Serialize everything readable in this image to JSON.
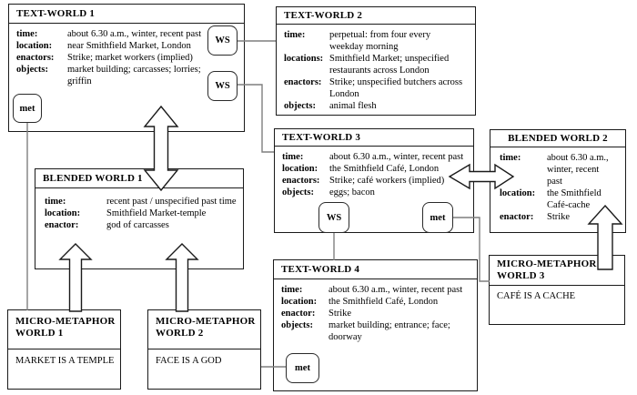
{
  "diagram": {
    "tw1": {
      "title": "TEXT-WORLD 1",
      "fields": [
        {
          "label": "time:",
          "value": "about 6.30 a.m., winter, recent past"
        },
        {
          "label": "location:",
          "value": "near Smithfield Market, London"
        },
        {
          "label": "enactors:",
          "value": "Strike; market workers (implied)"
        },
        {
          "label": "objects:",
          "value": "market building; carcasses; lorries;\ngriffin"
        }
      ]
    },
    "tw2": {
      "title": "TEXT-WORLD 2",
      "fields": [
        {
          "label": "time:",
          "value": "perpetual: from four every\nweekday morning"
        },
        {
          "label": "locations:",
          "value": "Smithfield Market; unspecified\nrestaurants across London"
        },
        {
          "label": "enactors:",
          "value": "Strike; unspecified butchers across\nLondon"
        },
        {
          "label": "objects:",
          "value": "animal flesh"
        }
      ]
    },
    "tw3": {
      "title": "TEXT-WORLD 3",
      "fields": [
        {
          "label": "time:",
          "value": "about 6.30 a.m., winter, recent past"
        },
        {
          "label": "location:",
          "value": "the Smithfield Café, London"
        },
        {
          "label": "enactors:",
          "value": "Strike; café workers (implied)"
        },
        {
          "label": "objects:",
          "value": "eggs; bacon"
        }
      ]
    },
    "tw4": {
      "title": "TEXT-WORLD 4",
      "fields": [
        {
          "label": "time:",
          "value": "about 6.30 a.m., winter, recent past"
        },
        {
          "label": "location:",
          "value": "the Smithfield Café, London"
        },
        {
          "label": "enactor:",
          "value": "Strike"
        },
        {
          "label": "objects:",
          "value": "market building; entrance; face;\ndoorway"
        }
      ]
    },
    "bw1": {
      "title": "BLENDED WORLD 1",
      "fields": [
        {
          "label": "time:",
          "value": "recent past / unspecified past time"
        },
        {
          "label": "location:",
          "value": "Smithfield Market-temple"
        },
        {
          "label": "enactor:",
          "value": "god of carcasses"
        }
      ]
    },
    "bw2": {
      "title": "BLENDED WORLD 2",
      "fields": [
        {
          "label": "time:",
          "value": "about 6.30 a.m.,\nwinter, recent\npast"
        },
        {
          "label": "location:",
          "value": "the Smithfield\nCafé-cache"
        },
        {
          "label": "enactor:",
          "value": "Strike"
        }
      ]
    },
    "mm1": {
      "title": "MICRO-METAPHOR\nWORLD 1",
      "content": "MARKET IS A TEMPLE"
    },
    "mm2": {
      "title": "MICRO-METAPHOR\nWORLD 2",
      "content": "FACE IS A GOD"
    },
    "mm3": {
      "title": "MICRO-METAPHOR\nWORLD 3",
      "content": "CAFÉ IS A CACHE"
    },
    "labels": {
      "ws": "WS",
      "met": "met"
    }
  },
  "colors": {
    "background": "#ffffff",
    "box_border": "#1a1a1a",
    "connector_line": "#7f7f7f",
    "arrow_fill": "#ffffff"
  }
}
